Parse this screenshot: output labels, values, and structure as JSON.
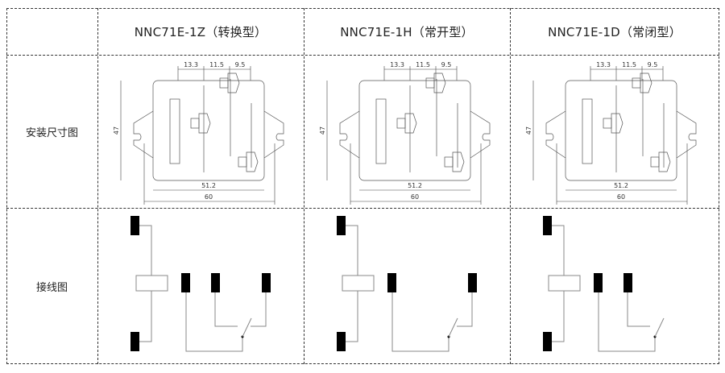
{
  "header": {
    "models": [
      "NNC71E-1Z（转换型）",
      "NNC71E-1H（常开型）",
      "NNC71E-1D（常闭型）"
    ]
  },
  "rows": {
    "dimension_label": "安装尺寸图",
    "wiring_label": "接线图"
  },
  "dimensions": {
    "d1": "13.3",
    "d2": "11.5",
    "d3": "9.5",
    "height": "47",
    "inner_width": "51.2",
    "outer_width": "60"
  },
  "wiring": [
    {
      "type": "changeover",
      "terminals": [
        "com",
        "nc",
        "no"
      ]
    },
    {
      "type": "normally-open",
      "terminals": [
        "com",
        "no"
      ]
    },
    {
      "type": "normally-closed",
      "terminals": [
        "com",
        "nc"
      ]
    }
  ],
  "colors": {
    "line": "#888888",
    "terminal": "#000000",
    "border": "#333333"
  }
}
